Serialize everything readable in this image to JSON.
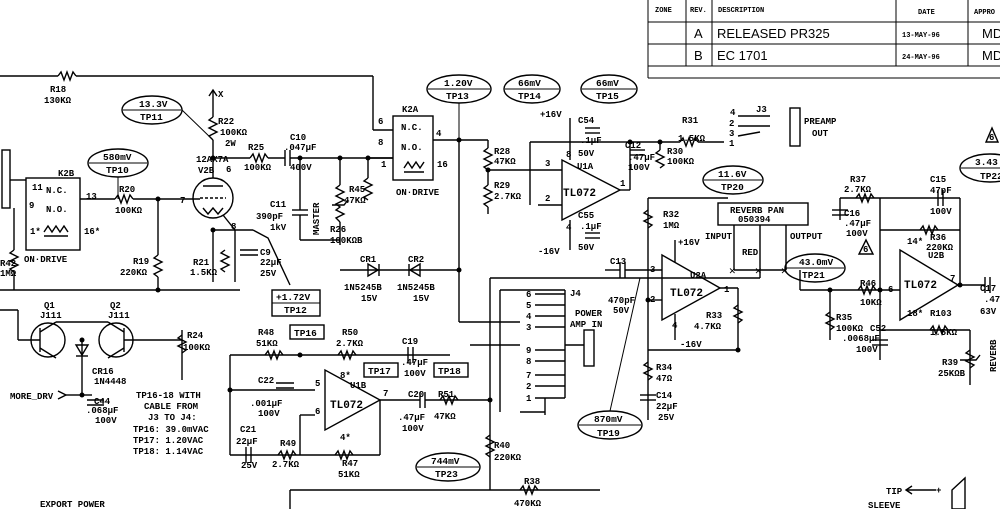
{
  "revision_block": {
    "headers": [
      "ZONE",
      "REV.",
      "DESCRIPTION",
      "DATE",
      "APPRO"
    ],
    "rows": [
      {
        "rev": "A",
        "description": "RELEASED PR325",
        "date": "13-MAY-96",
        "appr": "MD"
      },
      {
        "rev": "B",
        "description": "EC 1701",
        "date": "24-MAY-96",
        "appr": "MD"
      }
    ]
  },
  "test_points": [
    {
      "voltage": "13.3V",
      "name": "TP11"
    },
    {
      "voltage": "580mV",
      "name": "TP10"
    },
    {
      "voltage": "1.20V",
      "name": "TP13"
    },
    {
      "voltage": "66mV",
      "name": "TP14"
    },
    {
      "voltage": "66mV",
      "name": "TP15"
    },
    {
      "voltage": "11.6V",
      "name": "TP20"
    },
    {
      "voltage": "43.0mV",
      "name": "TP21"
    },
    {
      "voltage": "3.43",
      "name": "TP22"
    },
    {
      "voltage": "870mV",
      "name": "TP19"
    },
    {
      "voltage": "744mV",
      "name": "TP23"
    },
    {
      "voltage": "+1.72V",
      "name": "TP12"
    }
  ],
  "boxed_tps": [
    "TP16",
    "TP17",
    "TP18"
  ],
  "components": {
    "r18": [
      "R18",
      "130KΩ"
    ],
    "r22": [
      "R22",
      "100KΩ",
      "2W"
    ],
    "r25": [
      "R25",
      "100KΩ"
    ],
    "c10": [
      "C10",
      ".047µF",
      "400V"
    ],
    "tube": [
      "12AX7A",
      "V2B",
      "6"
    ],
    "k2b": [
      "K2B",
      "ON·DRIVE"
    ],
    "k2a": [
      "K2A",
      "ON·DRIVE"
    ],
    "r20": [
      "R20",
      "100KΩ"
    ],
    "r19": [
      "R19",
      "220KΩ"
    ],
    "r21": [
      "R21",
      "1.5KΩ"
    ],
    "r42": [
      "R42",
      "1MΩ"
    ],
    "c9": [
      "C9",
      "22µF",
      "25V"
    ],
    "c11": [
      "C11",
      "390pF",
      "1kV"
    ],
    "r26": [
      "R26",
      "100KΩB"
    ],
    "master": "MASTER",
    "r45": [
      "R45",
      "47KΩ"
    ],
    "cr1": [
      "CR1",
      "1N5245B",
      "15V"
    ],
    "cr2": [
      "CR2",
      "1N5245B",
      "15V"
    ],
    "r28": [
      "R28",
      "47KΩ"
    ],
    "r29": [
      "R29",
      "2.7KΩ"
    ],
    "c54": [
      "C54",
      ".1µF",
      "50V"
    ],
    "c55": [
      "C55",
      ".1µF",
      "50V"
    ],
    "u1a": [
      "U1A",
      "TL072"
    ],
    "plus16": "+16V",
    "minus16": "-16V",
    "c12": [
      "C12",
      ".47µF",
      "100V"
    ],
    "r30": [
      "R30",
      "100KΩ"
    ],
    "r31": [
      "R31",
      "1.5KΩ"
    ],
    "j3": [
      "J3",
      "PREAMP",
      "OUT"
    ],
    "q1": [
      "Q1",
      "J111"
    ],
    "q2": [
      "Q2",
      "J111"
    ],
    "cr16": [
      "CR16",
      "1N4448"
    ],
    "more_drv": "MORE_DRV",
    "c44": [
      "C44",
      ".068µF",
      "100V"
    ],
    "r24": [
      "R24",
      "100KΩ"
    ],
    "note": [
      "TP16-18 WITH",
      "CABLE FROM",
      "J3 TO J4:",
      "TP16: 39.0mVAC",
      "TP17: 1.20VAC",
      "TP18: 1.14VAC"
    ],
    "r48": [
      "R48",
      "51KΩ"
    ],
    "r50": [
      "R50",
      "2.7KΩ"
    ],
    "c19": [
      "C19",
      ".47µF",
      "100V"
    ],
    "c22": [
      "C22",
      ".001µF",
      "100V"
    ],
    "u1b": [
      "U1B",
      "TL072"
    ],
    "c20": [
      "C20",
      ".47µF",
      "100V"
    ],
    "r51": [
      "R51",
      "47KΩ"
    ],
    "c21": [
      "C21",
      "22µF",
      "25V"
    ],
    "r49": [
      "R49",
      "2.7KΩ"
    ],
    "r47": [
      "R47",
      "51KΩ"
    ],
    "j4": [
      "J4",
      "POWER",
      "AMP IN"
    ],
    "r40": [
      "R40",
      "220KΩ"
    ],
    "r38": [
      "R38",
      "470KΩ"
    ],
    "export": "EXPORT POWER",
    "c13": [
      "C13",
      "470pF",
      "50V"
    ],
    "u2a": [
      "U2A",
      "TL072"
    ],
    "r32": [
      "R32",
      "1MΩ"
    ],
    "r33": [
      "R33",
      "4.7KΩ"
    ],
    "r34": [
      "R34",
      "47Ω"
    ],
    "c14": [
      "C14",
      "22µF",
      "25V"
    ],
    "reverb_pan": [
      "REVERB PAN",
      "050394"
    ],
    "input": "INPUT",
    "output": "OUTPUT",
    "red": "RED",
    "r37": [
      "R37",
      "2.7KΩ"
    ],
    "c16": [
      "C16",
      ".47µF",
      "100V"
    ],
    "c15": [
      "C15",
      "47pF",
      "100V"
    ],
    "r36": [
      "R36",
      "220KΩ"
    ],
    "u2b": [
      "U2B",
      "TL072"
    ],
    "r46": [
      "R46",
      "10KΩ"
    ],
    "r35": [
      "R35",
      "100KΩ"
    ],
    "c52": [
      "C52",
      ".0068µF",
      "100V"
    ],
    "r103": [
      "R103",
      "1.5KΩ"
    ],
    "r39": [
      "R39",
      "25KΩB"
    ],
    "reverb": "REVERB",
    "c17": [
      "C17",
      ".47",
      "63V"
    ],
    "tip": "TIP",
    "sleeve": "SLEEVE",
    "pins": {
      "k2b": [
        "11",
        "N.C.",
        "9",
        "N.O.",
        "13",
        "1*",
        "16*"
      ],
      "k2a": [
        "N.C.",
        "N.O.",
        "6",
        "8",
        "4",
        "1",
        "16"
      ],
      "u1a": [
        "3",
        "8",
        "2",
        "1",
        "4"
      ],
      "u1b": [
        "5",
        "8*",
        "6",
        "7",
        "4*"
      ],
      "u2a": [
        "3",
        "2",
        "1",
        "4"
      ],
      "u2b": [
        "14*",
        "6",
        "7",
        "18*"
      ],
      "j4": [
        "6",
        "5",
        "4",
        "3",
        "9",
        "8",
        "7",
        "2",
        "1"
      ],
      "j3": [
        "4",
        "2",
        "3",
        "1"
      ],
      "tube": [
        "8",
        "7"
      ]
    },
    "rev_flags": [
      "6",
      "6"
    ]
  }
}
